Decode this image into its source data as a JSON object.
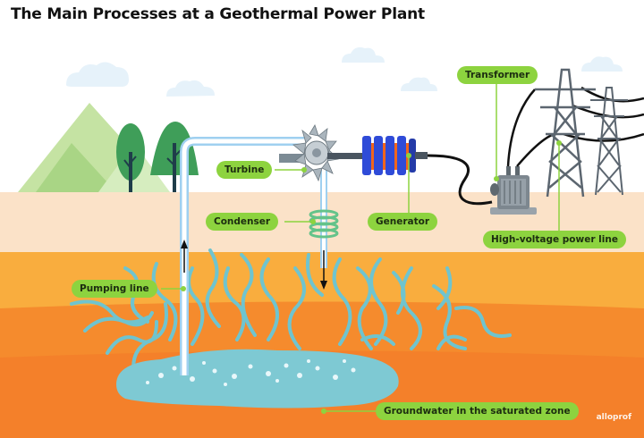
{
  "title": "The Main Processes at a Geothermal Power Plant",
  "labels": {
    "turbine": "Turbine",
    "condenser": "Condenser",
    "generator": "Generator",
    "transformer": "Transformer",
    "power_line": "High-voltage power line",
    "pumping_line": "Pumping line",
    "groundwater": "Groundwater in the saturated zone"
  },
  "brand": "alloprof",
  "colors": {
    "label_green": "#8dd33f",
    "sky": "#ffffff",
    "surface_band": "#fbe2c8",
    "soil_upper": "#f9ad3e",
    "soil_lower": "#f58b2d",
    "groundwater": "#7ec9d3",
    "pipe_blue": "#9fd0f0",
    "generator_blue": "#2f4bd8",
    "generator_orange": "#f2651c"
  }
}
